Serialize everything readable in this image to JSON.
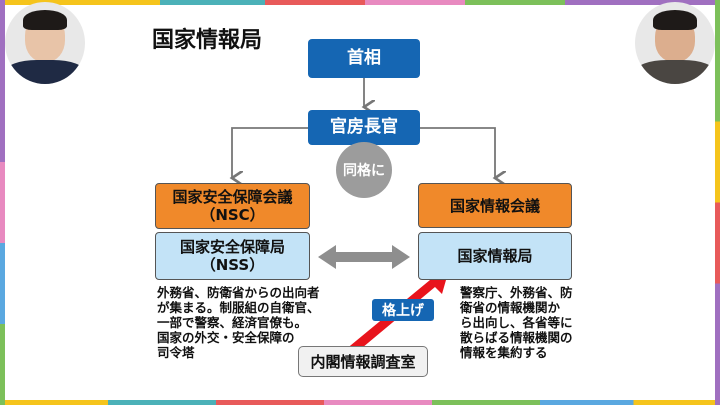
{
  "title": "国家情報局",
  "prime_minister": "首相",
  "chief_cabinet_secretary": "官房長官",
  "equal_status": "同格に",
  "left": {
    "council": "国家安全保障会議",
    "council_abbr": "（NSC）",
    "bureau": "国家安全保障局",
    "bureau_abbr": "（NSS）",
    "note": "外務省、防衛省からの出向者\nが集まる。制服組の自衛官、\n一部で警察、経済官僚も。\n国家の外交・安全保障の\n司令塔"
  },
  "right": {
    "council": "国家情報会議",
    "bureau": "国家情報局",
    "note": "警察庁、外務省、防\n衛省の情報機関か\nら出向し、各省等に\n散らばる情報機関の\n情報を集約する"
  },
  "upgrade": "格上げ",
  "cabinet_intel": "内閣情報調査室",
  "colors": {
    "blue": "#1566b3",
    "orange": "#f0892a",
    "light_blue": "#c3e3f7",
    "red": "#e8141c",
    "gray": "#9c9c9c"
  }
}
